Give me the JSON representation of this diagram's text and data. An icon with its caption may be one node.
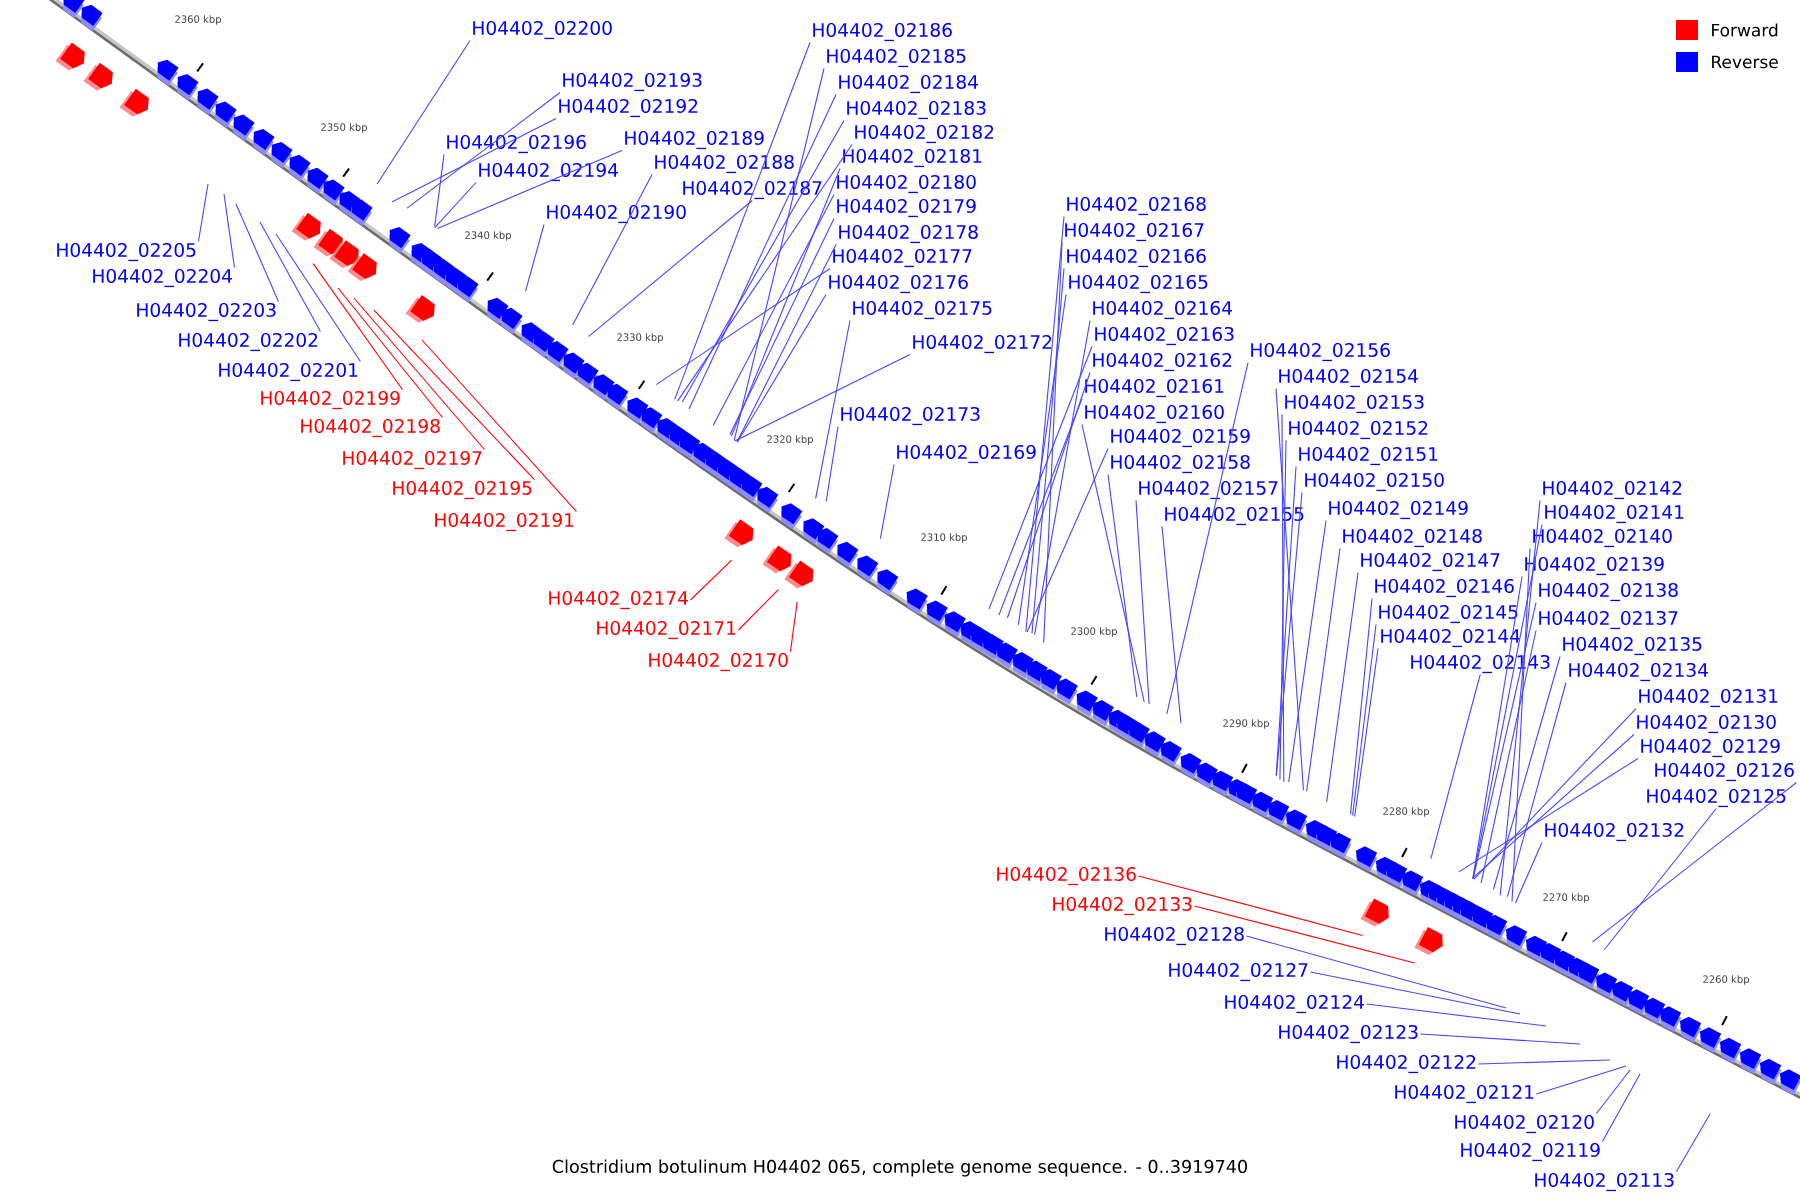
{
  "diagram": {
    "caption": "Clostridium botulinum H04402 065, complete genome sequence. - 0..3919740",
    "nodes": [
      {
        "text": [
          "H04402_02200"
        ]
      },
      {
        "text": [
          "H04402_02193"
        ]
      },
      {
        "text": [
          "H04402_02192"
        ]
      },
      {
        "text": [
          "H04402_02196"
        ]
      },
      {
        "text": [
          "H04402_02189"
        ]
      },
      {
        "text": [
          "H04402_02194"
        ]
      },
      {
        "text": [
          "H04402_02188"
        ]
      },
      {
        "text": [
          "H04402_02187"
        ]
      },
      {
        "text": [
          "H04402_02190"
        ]
      },
      {
        "text": [
          "H04402_02186"
        ]
      },
      {
        "text": [
          "H04402_02185"
        ]
      },
      {
        "text": [
          "H04402_02184"
        ]
      },
      {
        "text": [
          "H04402_02183"
        ]
      },
      {
        "text": [
          "H04402_02182"
        ]
      },
      {
        "text": [
          "H04402_02181"
        ]
      },
      {
        "text": [
          "H04402_02180"
        ]
      },
      {
        "text": [
          "H04402_02179"
        ]
      },
      {
        "text": [
          "H04402_02178"
        ]
      },
      {
        "text": [
          "H04402_02177"
        ]
      },
      {
        "text": [
          "H04402_02176"
        ]
      },
      {
        "text": [
          "H04402_02175"
        ]
      },
      {
        "text": [
          "H04402_02172"
        ]
      },
      {
        "text": [
          "H04402_02173"
        ]
      },
      {
        "text": [
          "H04402_02169"
        ]
      },
      {
        "text": [
          "H04402_02168"
        ]
      },
      {
        "text": [
          "H04402_02167"
        ]
      },
      {
        "text": [
          "H04402_02166"
        ]
      },
      {
        "text": [
          "H04402_02165"
        ]
      },
      {
        "text": [
          "H04402_02164"
        ]
      },
      {
        "text": [
          "H04402_02163"
        ]
      },
      {
        "text": [
          "H04402_02162"
        ]
      },
      {
        "text": [
          "H04402_02161"
        ]
      },
      {
        "text": [
          "H04402_02160"
        ]
      },
      {
        "text": [
          "H04402_02159"
        ]
      },
      {
        "text": [
          "H04402_02158"
        ]
      },
      {
        "text": [
          "H04402_02157"
        ]
      },
      {
        "text": [
          "H04402_02155"
        ]
      },
      {
        "text": [
          "H04402_02156"
        ]
      },
      {
        "text": [
          "H04402_02154"
        ]
      },
      {
        "text": [
          "H04402_02153"
        ]
      },
      {
        "text": [
          "H04402_02152"
        ]
      },
      {
        "text": [
          "H04402_02151"
        ]
      },
      {
        "text": [
          "H04402_02150"
        ]
      },
      {
        "text": [
          "H04402_02149"
        ]
      },
      {
        "text": [
          "H04402_02148"
        ]
      },
      {
        "text": [
          "H04402_02147"
        ]
      },
      {
        "text": [
          "H04402_02146"
        ]
      },
      {
        "text": [
          "H04402_02145"
        ]
      },
      {
        "text": [
          "H04402_02144"
        ]
      },
      {
        "text": [
          "H04402_02143"
        ]
      },
      {
        "text": [
          "H04402_02142"
        ]
      },
      {
        "text": [
          "H04402_02141"
        ]
      },
      {
        "text": [
          "H04402_02140"
        ]
      },
      {
        "text": [
          "H04402_02139"
        ]
      },
      {
        "text": [
          "H04402_02138"
        ]
      },
      {
        "text": [
          "H04402_02137"
        ]
      },
      {
        "text": [
          "H04402_02135"
        ]
      },
      {
        "text": [
          "H04402_02134"
        ]
      },
      {
        "text": [
          "H04402_02131"
        ]
      },
      {
        "text": [
          "H04402_02130"
        ]
      },
      {
        "text": [
          "H04402_02129"
        ]
      },
      {
        "text": [
          "H04402_02126"
        ]
      },
      {
        "text": [
          "H04402_02125"
        ]
      },
      {
        "text": [
          "H04402_02132"
        ]
      },
      {
        "text": [
          "H04402_02205"
        ]
      },
      {
        "text": [
          "H04402_02204"
        ]
      },
      {
        "text": [
          "H04402_02203"
        ]
      },
      {
        "text": [
          "H04402_02202"
        ]
      },
      {
        "text": [
          "H04402_02201"
        ]
      },
      {
        "text": [
          "H04402_02199"
        ]
      },
      {
        "text": [
          "H04402_02198"
        ]
      },
      {
        "text": [
          "H04402_02197"
        ]
      },
      {
        "text": [
          "H04402_02195"
        ]
      },
      {
        "text": [
          "H04402_02191"
        ]
      },
      {
        "text": [
          "H04402_02174"
        ]
      },
      {
        "text": [
          "H04402_02171"
        ]
      },
      {
        "text": [
          "H04402_02170"
        ]
      },
      {
        "text": [
          "H04402_02136"
        ]
      },
      {
        "text": [
          "H04402_02133"
        ]
      },
      {
        "text": [
          "H04402_02128"
        ]
      },
      {
        "text": [
          "H04402_02127"
        ]
      },
      {
        "text": [
          "H04402_02124"
        ]
      },
      {
        "text": [
          "H04402_02123"
        ]
      },
      {
        "text": [
          "H04402_02122"
        ]
      },
      {
        "text": [
          "H04402_02121"
        ]
      },
      {
        "text": [
          "H04402_02120"
        ]
      },
      {
        "text": [
          "H04402_02119"
        ]
      },
      {
        "text": [
          "H04402_02113"
        ]
      }
    ],
    "edges": [
      {
        "from": 0,
        "to": null,
        "arrow": "none"
      },
      {
        "from": 1,
        "to": null,
        "arrow": "none"
      },
      {
        "from": 2,
        "to": null,
        "arrow": "none"
      },
      {
        "from": 3,
        "to": null,
        "arrow": "none"
      },
      {
        "from": 4,
        "to": null,
        "arrow": "none"
      },
      {
        "from": 5,
        "to": null,
        "arrow": "none"
      },
      {
        "from": 6,
        "to": null,
        "arrow": "none"
      },
      {
        "from": 7,
        "to": null,
        "arrow": "none"
      },
      {
        "from": 8,
        "to": null,
        "arrow": "none"
      },
      {
        "from": 9,
        "to": null,
        "arrow": "none"
      },
      {
        "from": 10,
        "to": null,
        "arrow": "none"
      },
      {
        "from": 11,
        "to": null,
        "arrow": "none"
      },
      {
        "from": 12,
        "to": null,
        "arrow": "none"
      },
      {
        "from": 13,
        "to": null,
        "arrow": "none"
      },
      {
        "from": 14,
        "to": null,
        "arrow": "none"
      },
      {
        "from": 15,
        "to": null,
        "arrow": "none"
      },
      {
        "from": 16,
        "to": null,
        "arrow": "none"
      },
      {
        "from": 17,
        "to": null,
        "arrow": "none"
      },
      {
        "from": 18,
        "to": null,
        "arrow": "none"
      },
      {
        "from": 19,
        "to": null,
        "arrow": "none"
      },
      {
        "from": 20,
        "to": null,
        "arrow": "none"
      },
      {
        "from": 21,
        "to": null,
        "arrow": "none"
      },
      {
        "from": 22,
        "to": null,
        "arrow": "none"
      },
      {
        "from": 23,
        "to": null,
        "arrow": "none"
      },
      {
        "from": 24,
        "to": null,
        "arrow": "none"
      },
      {
        "from": 25,
        "to": null,
        "arrow": "none"
      },
      {
        "from": 26,
        "to": null,
        "arrow": "none"
      },
      {
        "from": 27,
        "to": null,
        "arrow": "none"
      },
      {
        "from": 28,
        "to": null,
        "arrow": "none"
      },
      {
        "from": 29,
        "to": null,
        "arrow": "none"
      },
      {
        "from": 30,
        "to": null,
        "arrow": "none"
      },
      {
        "from": 31,
        "to": null,
        "arrow": "none"
      },
      {
        "from": 32,
        "to": null,
        "arrow": "none"
      },
      {
        "from": 33,
        "to": null,
        "arrow": "none"
      },
      {
        "from": 34,
        "to": null,
        "arrow": "none"
      },
      {
        "from": 35,
        "to": null,
        "arrow": "none"
      },
      {
        "from": 36,
        "to": null,
        "arrow": "none"
      },
      {
        "from": 37,
        "to": null,
        "arrow": "none"
      },
      {
        "from": 38,
        "to": null,
        "arrow": "none"
      },
      {
        "from": 39,
        "to": null,
        "arrow": "none"
      },
      {
        "from": 40,
        "to": null,
        "arrow": "none"
      },
      {
        "from": 41,
        "to": null,
        "arrow": "none"
      },
      {
        "from": 42,
        "to": null,
        "arrow": "none"
      },
      {
        "from": 43,
        "to": null,
        "arrow": "none"
      },
      {
        "from": 44,
        "to": null,
        "arrow": "none"
      },
      {
        "from": 45,
        "to": null,
        "arrow": "none"
      },
      {
        "from": 46,
        "to": null,
        "arrow": "none"
      },
      {
        "from": 47,
        "to": null,
        "arrow": "none"
      },
      {
        "from": 48,
        "to": null,
        "arrow": "none"
      },
      {
        "from": 49,
        "to": null,
        "arrow": "none"
      },
      {
        "from": 50,
        "to": null,
        "arrow": "none"
      },
      {
        "from": 51,
        "to": null,
        "arrow": "none"
      },
      {
        "from": 52,
        "to": null,
        "arrow": "none"
      },
      {
        "from": 53,
        "to": null,
        "arrow": "none"
      },
      {
        "from": 54,
        "to": null,
        "arrow": "none"
      },
      {
        "from": 55,
        "to": null,
        "arrow": "none"
      },
      {
        "from": 56,
        "to": null,
        "arrow": "none"
      },
      {
        "from": 57,
        "to": null,
        "arrow": "none"
      },
      {
        "from": 58,
        "to": null,
        "arrow": "none"
      },
      {
        "from": 59,
        "to": null,
        "arrow": "none"
      },
      {
        "from": 60,
        "to": null,
        "arrow": "none"
      },
      {
        "from": 61,
        "to": null,
        "arrow": "none"
      },
      {
        "from": 62,
        "to": null,
        "arrow": "none"
      },
      {
        "from": 63,
        "to": null,
        "arrow": "none"
      },
      {
        "from": 64,
        "to": null,
        "arrow": "none"
      },
      {
        "from": 65,
        "to": null,
        "arrow": "none"
      },
      {
        "from": 66,
        "to": null,
        "arrow": "none"
      },
      {
        "from": 67,
        "to": null,
        "arrow": "none"
      },
      {
        "from": 68,
        "to": null,
        "arrow": "none"
      },
      {
        "from": 69,
        "to": null,
        "arrow": "none",
        "color": "#ff0000"
      },
      {
        "from": 70,
        "to": null,
        "arrow": "none",
        "color": "#ff0000"
      },
      {
        "from": 71,
        "to": null,
        "arrow": "none",
        "color": "#ff0000"
      },
      {
        "from": 72,
        "to": null,
        "arrow": "none",
        "color": "#ff0000"
      },
      {
        "from": 73,
        "to": null,
        "arrow": "none",
        "color": "#ff0000"
      },
      {
        "from": 74,
        "to": null,
        "arrow": "none",
        "color": "#ff0000"
      },
      {
        "from": 75,
        "to": null,
        "arrow": "none",
        "color": "#ff0000"
      },
      {
        "from": 76,
        "to": null,
        "arrow": "none",
        "color": "#ff0000"
      },
      {
        "from": 77,
        "to": null,
        "arrow": "none",
        "color": "#ff0000"
      },
      {
        "from": 78,
        "to": null,
        "arrow": "none",
        "color": "#ff0000"
      },
      {
        "from": 79,
        "to": null,
        "arrow": "none"
      },
      {
        "from": 80,
        "to": null,
        "arrow": "none"
      },
      {
        "from": 81,
        "to": null,
        "arrow": "none"
      },
      {
        "from": 82,
        "to": null,
        "arrow": "none"
      },
      {
        "from": 83,
        "to": null,
        "arrow": "none"
      },
      {
        "from": 84,
        "to": null,
        "arrow": "none"
      },
      {
        "from": 85,
        "to": null,
        "arrow": "none"
      },
      {
        "from": 86,
        "to": null,
        "arrow": "none"
      },
      {
        "from": 87,
        "to": null,
        "arrow": "none"
      }
    ],
    "labels": [
      "2360 kbp",
      "2350 kbp",
      "2340 kbp",
      "2330 kbp",
      "2320 kbp",
      "2310 kbp",
      "2300 kbp",
      "2290 kbp",
      "2280 kbp",
      "2270 kbp",
      "2260 kbp"
    ],
    "legend": [
      {
        "text": "Forward",
        "color": "#ff0000"
      },
      {
        "text": "Reverse",
        "color": "#0000ff"
      }
    ]
  }
}
